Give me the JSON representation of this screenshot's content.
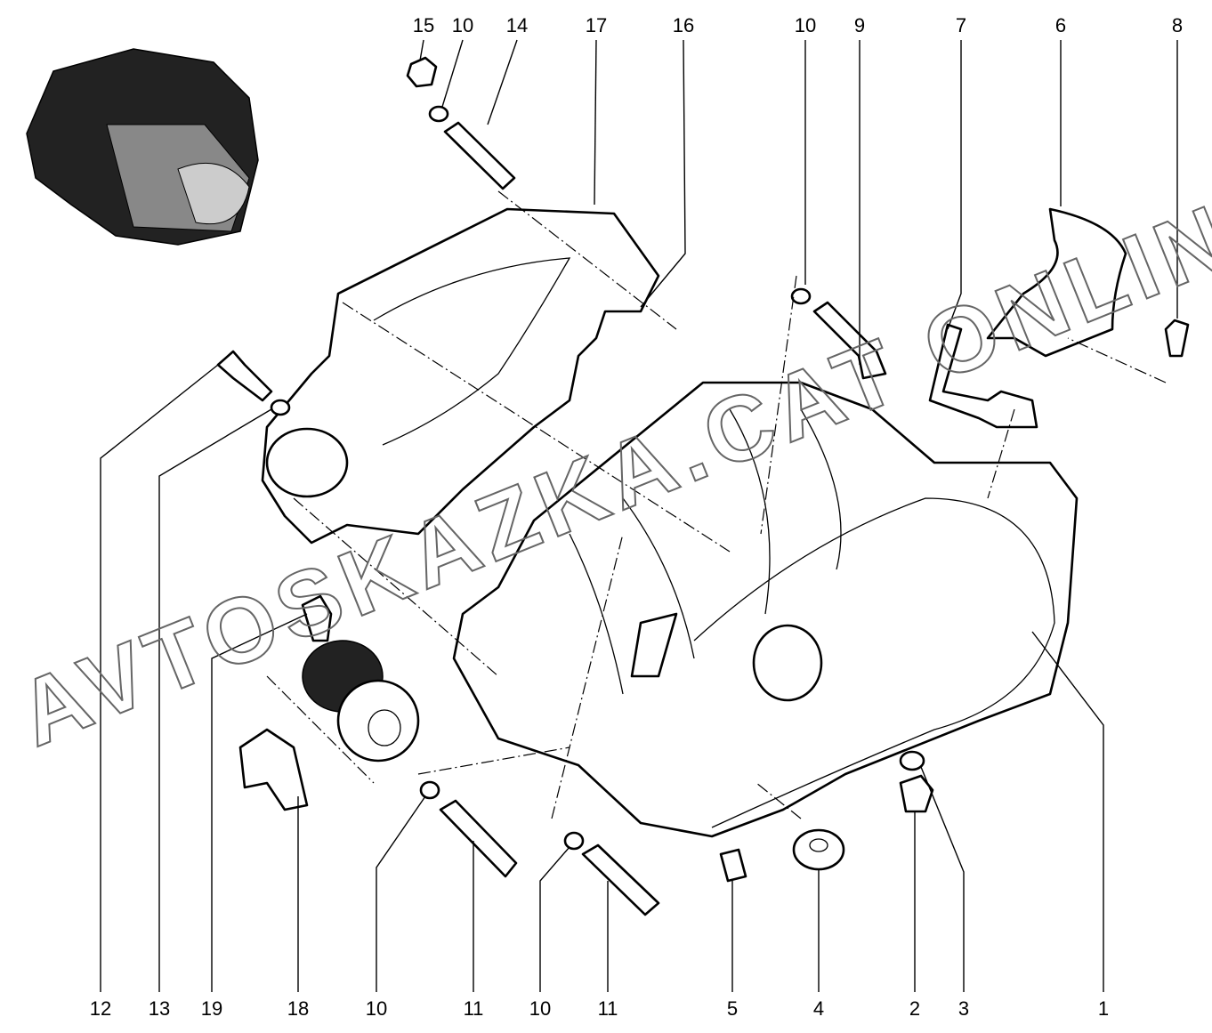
{
  "diagram": {
    "watermark": "AVTOSKAZKA.CAT ONLINE",
    "top_labels": [
      "15",
      "10",
      "14",
      "17",
      "16",
      "10",
      "9",
      "7",
      "6",
      "8"
    ],
    "bottom_labels": [
      "12",
      "13",
      "19",
      "18",
      "10",
      "11",
      "10",
      "11",
      "5",
      "4",
      "2",
      "3",
      "1"
    ]
  }
}
